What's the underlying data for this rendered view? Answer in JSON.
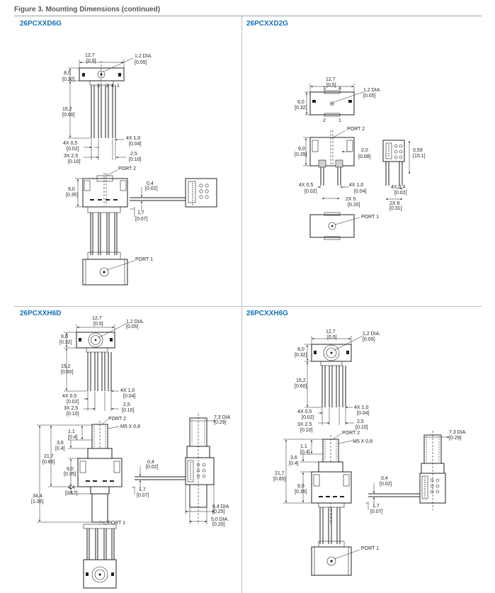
{
  "figure_title": "Figure 3. Mounting Dimensions (continued)",
  "panels": {
    "d6g": {
      "title": "26PCXXD6G",
      "dims": {
        "w1": "12,7",
        "w1b": "[0.5]",
        "dia": "1,2 DIA.",
        "diab": "[0.05]",
        "h1": "8,0",
        "h1b": "[0.32]",
        "lead": "15,2",
        "leadb": "[0.60]",
        "p4x05": "4X 0,5",
        "p4x05b": "[0.02]",
        "p4x10": "4X 1,0",
        "p4x10b": "[0.04]",
        "p3x25": "3X 2,5",
        "p3x25b": "[0.10]",
        "p25": "2,5",
        "p25b": "[0.10]",
        "h9": "9,0",
        "h9b": "[0.35]",
        "t04": "0,4",
        "t04b": "[0.02]",
        "t17": "1,7",
        "t17b": "[0.07]",
        "pin1": "1",
        "pin2": "2",
        "pin3": "3",
        "pin4": "4",
        "port2": "PORT 2",
        "port1": "PORT 1"
      }
    },
    "d2g": {
      "title": "26PCXXD2G",
      "dims": {
        "w1": "12,7",
        "w1b": "[0.5]",
        "dia": "1,2 DIA.",
        "diab": "[0.05]",
        "h1": "8,0",
        "h1b": "[0.32]",
        "pin1": "1",
        "pin2": "2",
        "pin3": "3",
        "pin4": "4",
        "port2": "PORT 2",
        "h9": "9,0",
        "h9b": "[0.35]",
        "p20": "2,0",
        "p20b": "[0.08]",
        "h059": "0,59",
        "h059b": "[15.1]",
        "p4x05": "4X 0,5",
        "p4x05b": "[0.02]",
        "p4x10": "4X 1,0",
        "p4x10b": "[0.04]",
        "p2x5": "2X 5",
        "p2x5b": "[0.20]",
        "p4x04": "4X 0,4",
        "p4x04b": "[0.02]",
        "p2x8": "2X 8",
        "p2x8b": "[0.31]",
        "port1": "PORT 1"
      }
    },
    "h6d": {
      "title": "26PCXXH6D",
      "dims": {
        "w1": "12,7",
        "w1b": "[0.5]",
        "dia": "1,2 DIA.",
        "diab": "[0.05]",
        "h1": "8,0",
        "h1b": "[0.32]",
        "lead": "15,2",
        "leadb": "[0.60]",
        "p4x05": "4X 0,5",
        "p4x05b": "[0.02]",
        "p4x10": "4X 1,0",
        "p4x10b": "[0.04]",
        "p3x25": "3X 2,5",
        "p3x25b": "[0.10]",
        "p25": "2,5",
        "p25b": "[0.10]",
        "port2": "PORT 2",
        "m5": "M5 X 0,8",
        "d11": "1,1",
        "d11b": "[0.4]",
        "d36": "3,6",
        "d36b": "[0.4]",
        "d217": "21,7",
        "d217b": "[0.85]",
        "h9": "9,0",
        "h9b": "[0.35]",
        "d44": "4,4",
        "d44b": "[0.17]",
        "d344": "34,4",
        "d344b": "[1.35]",
        "t04": "0,4",
        "t04b": "[0.02]",
        "t17": "1,7",
        "t17b": "[0.07]",
        "d73": "7,3 DIA",
        "d73b": "[0.29]",
        "d64": "6,4 DIA",
        "d64b": "[0.25]",
        "d50": "5,0 DIA.",
        "d50b": "[0.20]",
        "port1": "PORT 1"
      }
    },
    "h6g": {
      "title": "26PCXXH6G",
      "dims": {
        "w1": "12,7",
        "w1b": "[0.5]",
        "dia": "1,2 DIA.",
        "diab": "[0.05]",
        "h1": "8,0",
        "h1b": "[0.32]",
        "lead": "15,2",
        "leadb": "[0.60]",
        "p4x05": "4X 0,5",
        "p4x05b": "[0.02]",
        "p4x10": "4X 1,0",
        "p4x10b": "[0.04]",
        "p3x25": "3X 2,5",
        "p3x25b": "[0.10]",
        "p25": "2,5",
        "p25b": "[0.10]",
        "port2": "PORT 2",
        "m5": "M5 X 0,8",
        "d73": "7,3 DIA.",
        "d73b": "[0.29]",
        "d11": "1,1",
        "d11b": "[0.4]",
        "d36": "3,6",
        "d36b": "[0.4]",
        "d217": "21,7",
        "d217b": "[0.85]",
        "h9": "9,0",
        "h9b": "[0.35]",
        "t04": "0,4",
        "t04b": "[0.02]",
        "t17": "1,7",
        "t17b": "[0.07]",
        "port1": "PORT 1"
      }
    }
  }
}
